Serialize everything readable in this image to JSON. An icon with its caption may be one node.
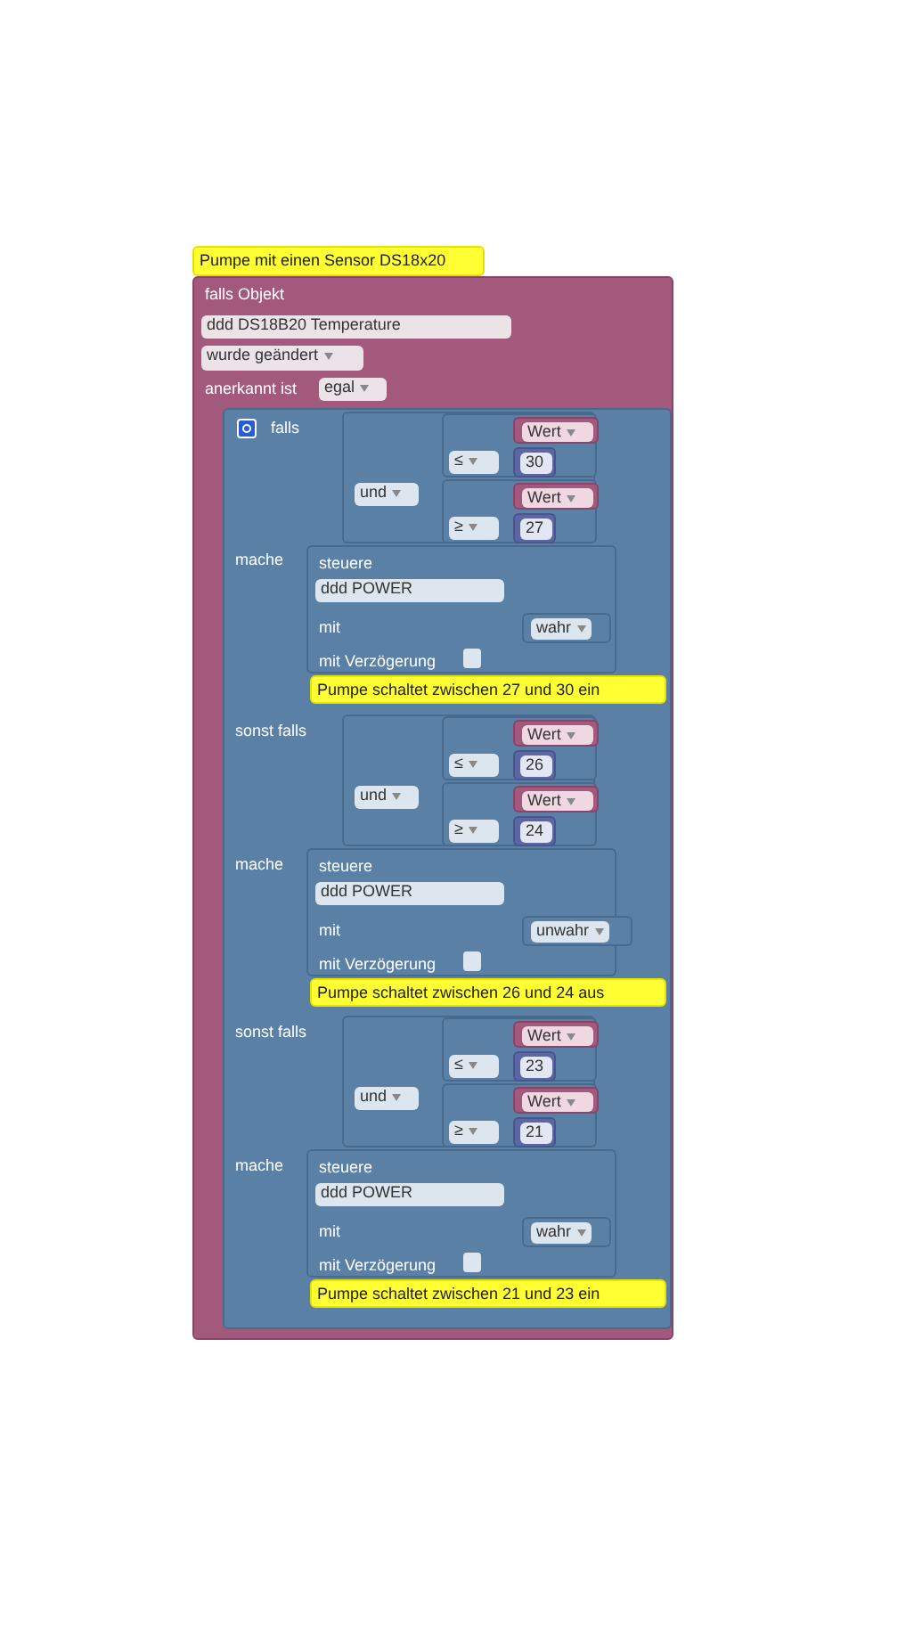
{
  "diagram": {
    "nodes": [
      {
        "text": [
          "Pumpe mit einen Sensor DS18x20"
        ]
      },
      {
        "text": [
          "falls Objekt",
          "ddd DS18B20  Temperature",
          "wurde geändert",
          "anerkannt ist",
          "egal"
        ]
      },
      {
        "text": [
          "falls",
          "mache",
          "sonst falls",
          "mache",
          "sonst falls",
          "mache"
        ],
        "in": 1
      },
      {
        "text": [
          "und"
        ],
        "in": 2
      },
      {
        "text": [
          "≤"
        ],
        "in": 3
      },
      {
        "text": [
          "Wert"
        ],
        "in": 4
      },
      {
        "text": [
          "30"
        ],
        "in": 4
      },
      {
        "text": [
          "≥"
        ],
        "in": 3
      },
      {
        "text": [
          "Wert"
        ],
        "in": 7
      },
      {
        "text": [
          "27"
        ],
        "in": 7
      },
      {
        "text": [
          "steuere",
          "ddd POWER",
          "mit",
          "mit Verzögerung"
        ],
        "in": 2
      },
      {
        "text": [
          "wahr"
        ],
        "in": 10
      },
      {
        "text": [
          "Pumpe schaltet zwischen 27 und 30 ein"
        ],
        "in": 2
      },
      {
        "text": [
          "und"
        ],
        "in": 2
      },
      {
        "text": [
          "≤"
        ],
        "in": 13
      },
      {
        "text": [
          "Wert"
        ],
        "in": 14
      },
      {
        "text": [
          "26"
        ],
        "in": 14
      },
      {
        "text": [
          "≥"
        ],
        "in": 13
      },
      {
        "text": [
          "Wert"
        ],
        "in": 17
      },
      {
        "text": [
          "24"
        ],
        "in": 17
      },
      {
        "text": [
          "steuere",
          "ddd POWER",
          "mit",
          "mit Verzögerung"
        ],
        "in": 2
      },
      {
        "text": [
          "unwahr"
        ],
        "in": 20
      },
      {
        "text": [
          "Pumpe schaltet zwischen 26 und 24 aus"
        ],
        "in": 2
      },
      {
        "text": [
          "und"
        ],
        "in": 2
      },
      {
        "text": [
          "≤"
        ],
        "in": 23
      },
      {
        "text": [
          "Wert"
        ],
        "in": 24
      },
      {
        "text": [
          "23"
        ],
        "in": 24
      },
      {
        "text": [
          "≥"
        ],
        "in": 23
      },
      {
        "text": [
          "Wert"
        ],
        "in": 27
      },
      {
        "text": [
          "21"
        ],
        "in": 27
      },
      {
        "text": [
          "steuere",
          "ddd POWER",
          "mit",
          "mit Verzögerung"
        ],
        "in": 2
      },
      {
        "text": [
          "wahr"
        ],
        "in": 30
      },
      {
        "text": [
          "Pumpe schaltet zwischen 21 und 23 ein"
        ],
        "in": 2
      }
    ]
  }
}
